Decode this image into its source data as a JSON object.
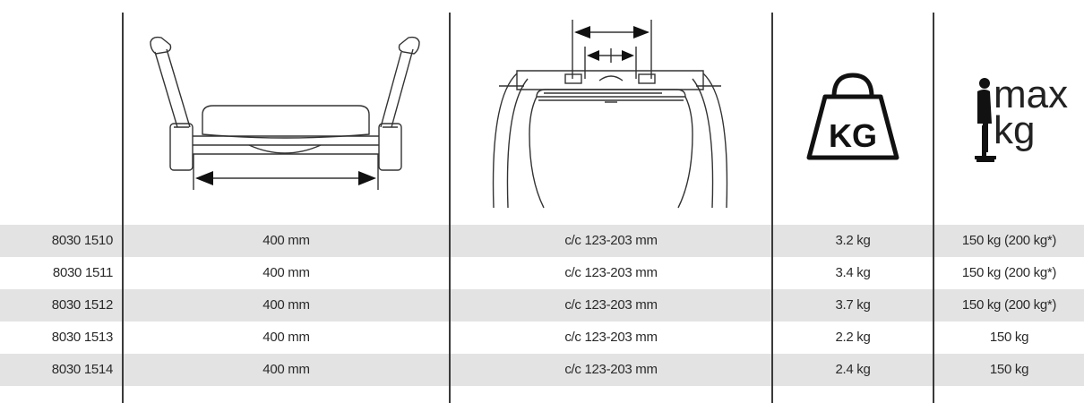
{
  "header": {
    "icons": [
      "seat-width-diagram-icon",
      "seat-centre-distance-diagram-icon",
      "kg-weight-icon",
      "person-max-kg-icon"
    ],
    "kg_icon_label": "KG",
    "max_label_line1": "max",
    "max_label_line2": "kg"
  },
  "rows": [
    {
      "code": "8030 1510",
      "width": "400 mm",
      "cc": "c/c 123-203 mm",
      "weight": "3.2 kg",
      "max": "150 kg (200 kg*)"
    },
    {
      "code": "8030 1511",
      "width": "400 mm",
      "cc": "c/c 123-203 mm",
      "weight": "3.4 kg",
      "max": "150 kg (200 kg*)"
    },
    {
      "code": "8030 1512",
      "width": "400 mm",
      "cc": "c/c 123-203 mm",
      "weight": "3.7 kg",
      "max": "150 kg (200 kg*)"
    },
    {
      "code": "8030 1513",
      "width": "400 mm",
      "cc": "c/c 123-203 mm",
      "weight": "2.2 kg",
      "max": "150 kg"
    },
    {
      "code": "8030 1514",
      "width": "400 mm",
      "cc": "c/c 123-203 mm",
      "weight": "2.4 kg",
      "max": "150 kg"
    }
  ]
}
